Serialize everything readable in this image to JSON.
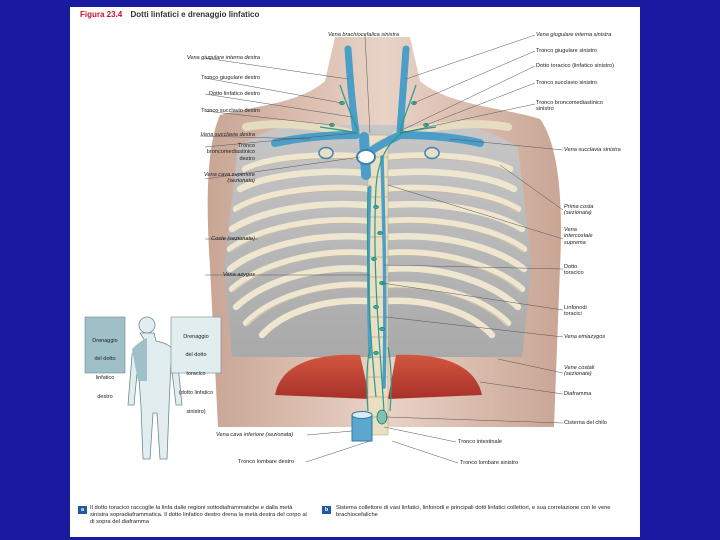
{
  "figure": {
    "number": "Figura 23.4",
    "title": "Dotti linfatici e drenaggio linfatico"
  },
  "labels_top": {
    "vena_brachiocefalica_sinistra": "Vena brachiocefalica sinistra",
    "vena_giugulare_interna_destra": "Vena giugulare interna destra",
    "vena_giugulare_interna_sinistra": "Vena giugulare interna sinistra"
  },
  "labels_left": {
    "tronco_giugulare_destro": "Tronco giugulare destro",
    "dotto_linfatico_destro": "Dotto linfatico destro",
    "tronco_succlavio_destro": "Tronco succlavio destro",
    "vena_succlavia_destra": "Vena succlavia destra",
    "tronco_broncomediastinico_destro": [
      "Tronco",
      "broncomediastinico",
      "destro"
    ],
    "vena_cava_superiore": [
      "Vena cava superiore",
      "(sezionata)"
    ],
    "coste_sezionate": "Coste (sezionate)",
    "vena_azygos": "Vena azygos"
  },
  "labels_right": {
    "tronco_giugulare_sinistro": "Tronco giugulare sinistro",
    "dotto_toracico_sinistro": "Dotto toracico (linfatico sinistro)",
    "tronco_succlavio_sinistro": "Tronco succlavio sinistro",
    "tronco_broncomediastinico_sinistro": [
      "Tronco broncomediastinico",
      "sinistro"
    ],
    "vena_succlavia_sinistra": "Vena succlavia sinistra",
    "prima_costa": [
      "Prima costa",
      "(sezionata)"
    ],
    "vena_intercostale_suprema": [
      "Vena",
      "intercostale",
      "suprema"
    ],
    "dotto_toracico": [
      "Dotto",
      "toracico"
    ],
    "linfonodi_toracici": [
      "Linfonodi",
      "toracici"
    ],
    "vena_emiazygos": "Vena emiazygos",
    "vene_costali": [
      "Vene costali",
      "(sezionate)"
    ],
    "diaframma": "Diaframma",
    "cisterna_del_chilo": "Cisterna del chilo"
  },
  "labels_bottom": {
    "vena_cava_inferiore": "Vena cava inferiore (sezionata)",
    "tronco_intestinale": "Tronco intestinale",
    "tronco_lombare_destro": "Tronco lombare destro",
    "tronco_lombare_sinistro": "Tronco lombare sinistro"
  },
  "legend": {
    "right_region": [
      "Drenaggio",
      "del dotto",
      "linfatico",
      "destro"
    ],
    "left_region": [
      "Drenaggio",
      "del dotto",
      "toracico",
      "(dotto linfatico",
      "sinistro)"
    ]
  },
  "panel_a": {
    "badge": "a",
    "caption": "Il dotto toracico raccoglie la linfa dalle regioni sottodiaframmatiche e dalla metà sinistra sopradiaframmatica. Il dotto linfatico destro drena la metà destra del corpo al di sopra del diaframma"
  },
  "panel_b": {
    "badge": "b",
    "caption": "Sistema collettore di vasi linfatici, linfonodi e principali dotti linfatici collettori, e sua correlazione con le vene brachiocefaliche"
  },
  "colors": {
    "background": "#1a1aa0",
    "panel": "#ffffff",
    "figure_number": "#c8102e",
    "lymph_vessel": "#2a9a8a",
    "vein": "#4a9ec8",
    "legend_right_region": "#9fc0c6",
    "legend_left_region": "#e2edef",
    "badge": "#1e5aa0"
  }
}
